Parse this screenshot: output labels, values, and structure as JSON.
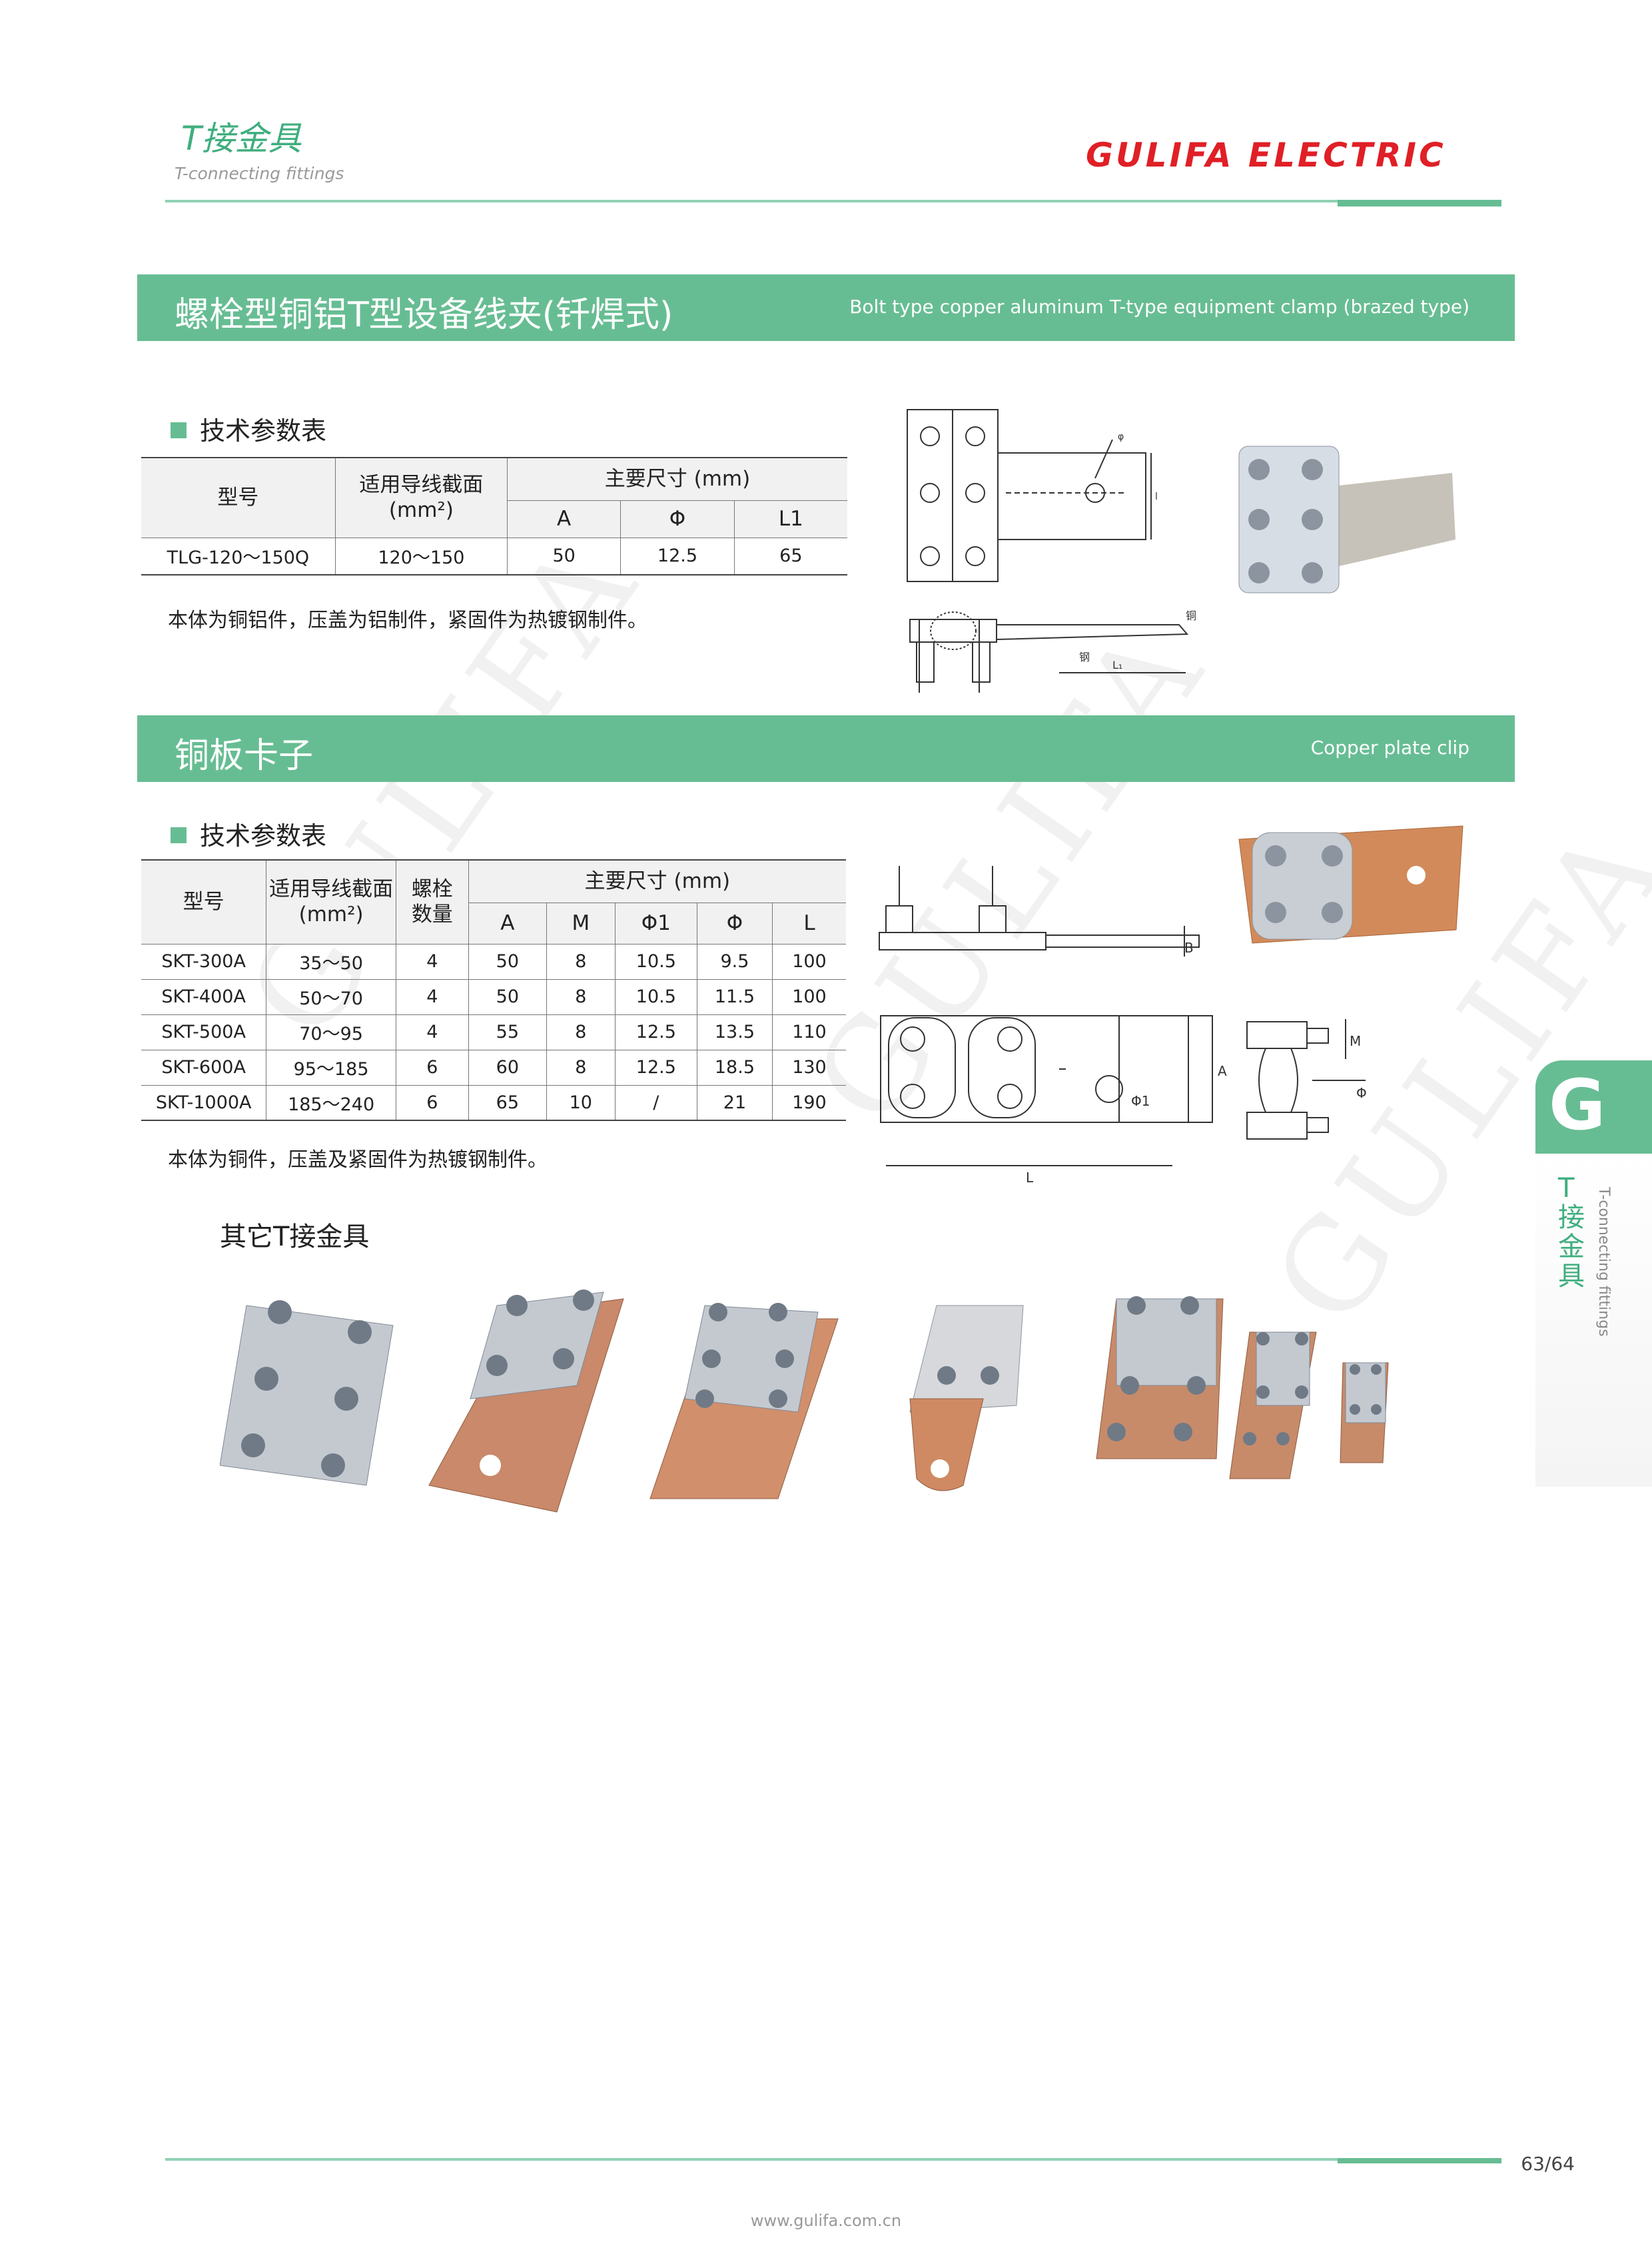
{
  "header": {
    "title": "T接金具",
    "subtitle": "T-connecting fittings",
    "brand": "GULIFA ELECTRIC"
  },
  "watermark": "GULIFA",
  "section1": {
    "title_cn": "螺栓型铜铝T型设备线夹(钎焊式)",
    "title_en": "Bolt type copper aluminum T-type equipment clamp (brazed type)",
    "subheading": "技术参数表",
    "table": {
      "col_model": "型号",
      "col_section": "适用导线截面",
      "col_section_unit": "(mm²)",
      "col_dims": "主要尺寸 (mm)",
      "dim_cols": [
        "A",
        "Φ",
        "L1"
      ],
      "rows": [
        [
          "TLG-120～150Q",
          "120～150",
          "50",
          "12.5",
          "65"
        ]
      ]
    },
    "note": "本体为铜铝件，压盖为铝制件，紧固件为热镀钢制件。",
    "drawing_labels": {
      "phi": "φ",
      "l1": "l",
      "steel": "钢",
      "copper": "铜",
      "length": "L₁"
    }
  },
  "section2": {
    "title_cn": "铜板卡子",
    "title_en": "Copper plate clip",
    "subheading": "技术参数表",
    "table": {
      "col_model": "型号",
      "col_section": "适用导线截面",
      "col_section_unit": "(mm²)",
      "col_bolt": "螺栓",
      "col_bolt2": "数量",
      "col_dims": "主要尺寸 (mm)",
      "dim_cols": [
        "A",
        "M",
        "Φ1",
        "Φ",
        "L"
      ],
      "rows": [
        [
          "SKT-300A",
          "35～50",
          "4",
          "50",
          "8",
          "10.5",
          "9.5",
          "100"
        ],
        [
          "SKT-400A",
          "50～70",
          "4",
          "50",
          "8",
          "10.5",
          "11.5",
          "100"
        ],
        [
          "SKT-500A",
          "70～95",
          "4",
          "55",
          "8",
          "12.5",
          "13.5",
          "110"
        ],
        [
          "SKT-600A",
          "95～185",
          "6",
          "60",
          "8",
          "12.5",
          "18.5",
          "130"
        ],
        [
          "SKT-1000A",
          "185～240",
          "6",
          "65",
          "10",
          "/",
          "21",
          "190"
        ]
      ]
    },
    "note": "本体为铜件，压盖及紧固件为热镀钢制件。",
    "drawing_labels": {
      "b": "B",
      "a": "A",
      "phi1": "Φ1",
      "l": "L",
      "m": "M",
      "phi": "Φ"
    }
  },
  "others": {
    "heading": "其它T接金具"
  },
  "side_tab": {
    "letter": "G",
    "cn": "T接金具",
    "en": "T-connecting fittings"
  },
  "footer": {
    "page": "63/64",
    "url": "www.gulifa.com.cn"
  },
  "colors": {
    "accent": "#67bd93",
    "brand_red": "#e01f26",
    "copper": "#d28a5a",
    "steel": "#b9c3cf"
  }
}
